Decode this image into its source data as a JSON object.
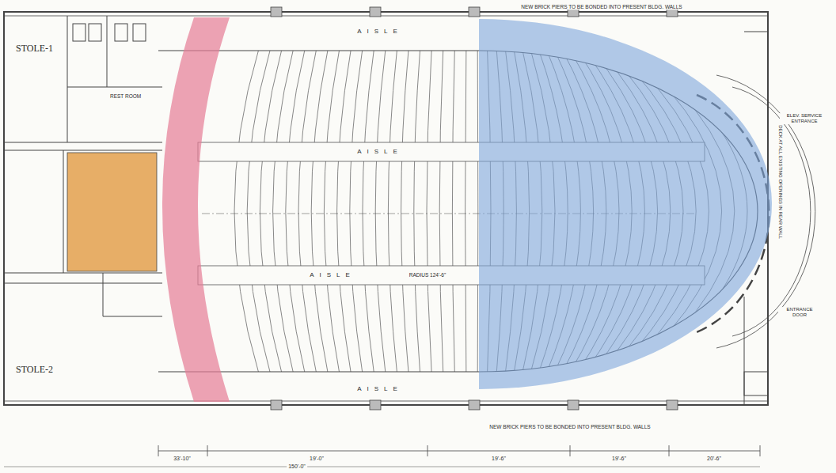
{
  "diagram": {
    "nodes": [
      {
        "text": [
          "STOLE-1"
        ]
      },
      {
        "text": [
          "REST ROOM"
        ]
      },
      {
        "text": [
          "STOLE-2"
        ]
      }
    ],
    "labels": [
      "NEW BRICK PIERS TO BE BONDED INTO PRESENT BLDG. WALLS",
      "AISLE",
      "AISLE",
      "AISLE",
      "RADIUS 124'-6\"",
      "AISLE",
      "NEW BRICK PIERS TO BE BONDED INTO PRESENT BLDG. WALLS",
      "DECK AT ALL EXISTING OPENINGS IN REAR WALL",
      "ELEV. SERVICE ENTRANCE",
      "ENTRANCE DOOR",
      "33'-10\"",
      "19'-0\"",
      "19'-6\"",
      "19'-6\"",
      "20'-6\"",
      "150'-0\""
    ]
  }
}
